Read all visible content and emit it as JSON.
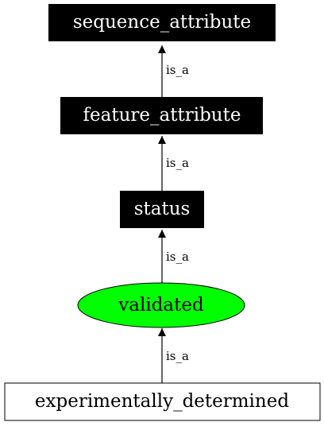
{
  "nodes": {
    "sequence_attribute": {
      "label": "sequence_attribute",
      "fill": "#000000",
      "text_color": "#ffffff"
    },
    "feature_attribute": {
      "label": "feature_attribute",
      "fill": "#000000",
      "text_color": "#ffffff"
    },
    "status": {
      "label": "status",
      "fill": "#000000",
      "text_color": "#ffffff"
    },
    "validated": {
      "label": "validated",
      "fill": "#00ff00",
      "text_color": "#000000"
    },
    "experimentally_determined": {
      "label": "experimentally_determined",
      "fill": "#ffffff",
      "text_color": "#000000"
    }
  },
  "edges": [
    {
      "from": "feature_attribute",
      "to": "sequence_attribute",
      "label": "is_a"
    },
    {
      "from": "status",
      "to": "feature_attribute",
      "label": "is_a"
    },
    {
      "from": "validated",
      "to": "status",
      "label": "is_a"
    },
    {
      "from": "experimentally_determined",
      "to": "validated",
      "label": "is_a"
    }
  ]
}
